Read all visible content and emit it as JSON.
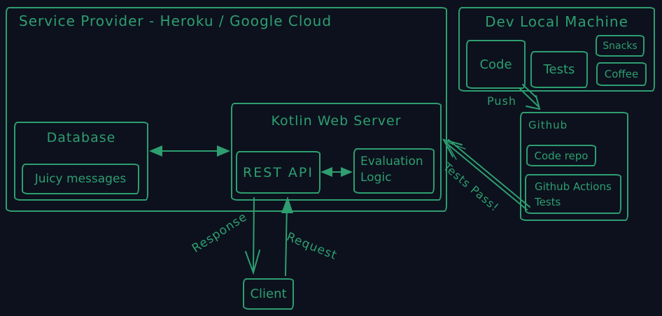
{
  "theme": {
    "background": "#0c111d",
    "accent_green": "#2e9e70"
  },
  "service_provider": {
    "title": "Service Provider - Heroku / Google Cloud",
    "database": {
      "title": "Database",
      "item_label": "Juicy messages"
    },
    "kotlin_server": {
      "title": "Kotlin Web Server",
      "rest_api_label": "REST API",
      "evaluation_logic_label": "Evaluation Logic"
    }
  },
  "dev_machine": {
    "title": "Dev Local Machine",
    "code_label": "Code",
    "tests_label": "Tests",
    "snacks_label": "Snacks",
    "coffee_label": "Coffee"
  },
  "github": {
    "title": "Github",
    "code_repo_label": "Code repo",
    "actions_label": "Github Actions Tests"
  },
  "client": {
    "label": "Client"
  },
  "arrow_labels": {
    "push": "Push",
    "tests_pass": "Tests Pass!",
    "response": "Response",
    "request": "Request"
  }
}
